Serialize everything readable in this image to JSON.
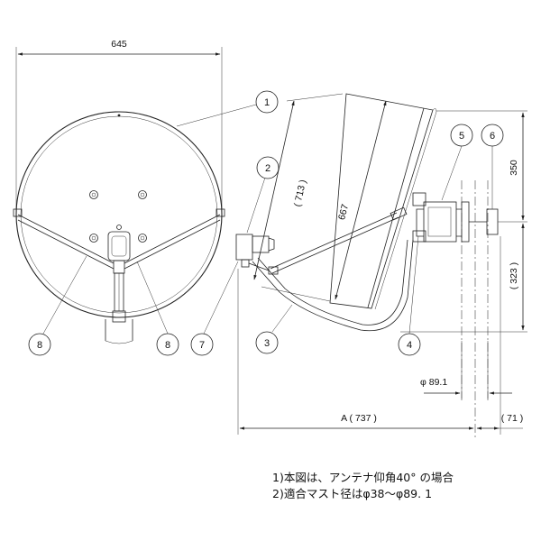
{
  "dimensions": {
    "overall_width": "645",
    "height_upper": "350",
    "height_lower": "( 323 )",
    "dish_outer": "( 713 )",
    "dish_inner": "667",
    "mast_diameter": "φ 89.1",
    "horizontal_a": "A ( 737 )",
    "horizontal_offset": "( 71 )"
  },
  "callouts": [
    "1",
    "2",
    "3",
    "4",
    "5",
    "6",
    "7",
    "8",
    "8"
  ],
  "notes": [
    "1)本図は、アンテナ仰角40° の場合",
    "2)適合マスト径はφ38～φ89. 1"
  ]
}
